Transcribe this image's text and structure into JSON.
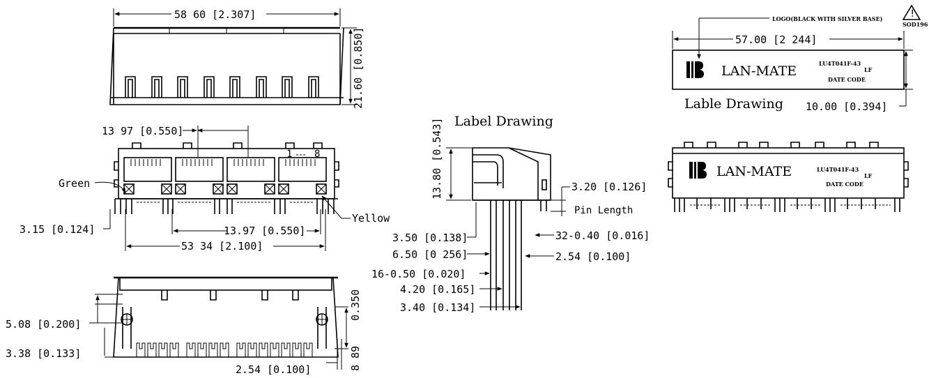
{
  "top_view": {
    "width_dim": "58 60 [2.307]",
    "height_dim": "21.60 [0.850]"
  },
  "front_view": {
    "pitch_top": "13 97 [0.550]",
    "pin_labels": [
      "1",
      "8"
    ],
    "led_left": "Green",
    "led_right": "Yellow",
    "offset_dim": "3.15 [0.124]",
    "pitch_bottom": "13.97 [0.550]",
    "overall_dim": "53 34 [2.100]"
  },
  "bottom_view": {
    "peg_dim": "5.08 [0.200]",
    "edge_dim": "3.38 [0.133]",
    "pin_pitch": "2.54 [0.100]",
    "row_dim_a": "0.350",
    "row_dim_b": "8 89"
  },
  "side_view": {
    "title": "Label Drawing",
    "height_dim": "13.80 [0.543]",
    "tail_dim": "3.20 [0.126]",
    "tail_label": "Pin Length",
    "dims_left": [
      "3.50 [0.138]",
      "6.50 [0 256]",
      "16-0.50 [0.020]",
      "4.20 [0.165]",
      "3.40 [0.134]"
    ],
    "dims_right": [
      "32-0.40 [0.016]",
      "2.54 [0.100]"
    ]
  },
  "label": {
    "logo_note": "LOGO(BLACK WITH SILVER BASE)",
    "width_dim": "57.00 [2 244]",
    "brand": "LAN-MATE",
    "part_number": "LU4T041F-43",
    "part_suffix": "LF",
    "date_code": "DATE CODE",
    "caption": "Lable Drawing",
    "height_dim": "10.00 [0.394]",
    "rev_mark": "SOD196"
  },
  "product_view": {
    "brand": "LAN-MATE",
    "part_number": "LU4T041F-43",
    "part_suffix": "LF",
    "date_code": "DATE CODE"
  }
}
